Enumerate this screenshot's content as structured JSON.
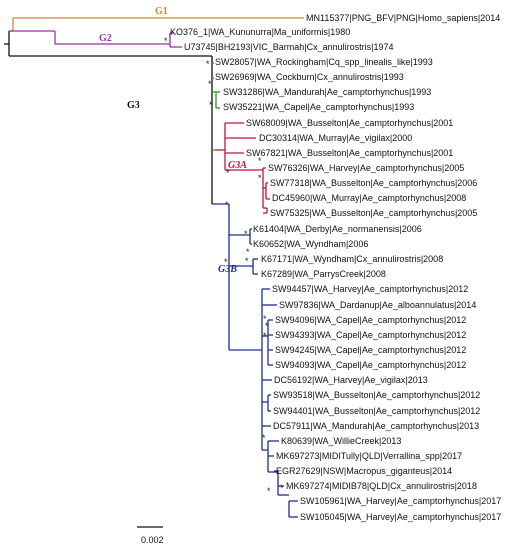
{
  "colors": {
    "g1": "#D4872A",
    "g2": "#9B2FA8",
    "g3": "#111111",
    "g3_root": "#1FA31F",
    "g3a": "#C0143C",
    "g3b": "#1F2E8F"
  },
  "clades": {
    "g1": "G1",
    "g2": "G2",
    "g3": "G3",
    "g3a": "G3A",
    "g3b": "G3B"
  },
  "scale_bar": "0.002",
  "tips": {
    "g1": [
      "MN115377|PNG_BFV|PNG|Homo_sapiens|2014"
    ],
    "g2": [
      "KO376_1|WA_Kununurra|Ma_uniformis|1980",
      "U73745|BH2193|VIC_Barmah|Cx_annulirostris|1974"
    ],
    "g3_basal": [
      "SW28057|WA_Rockingham|Cq_spp_linealis_like|1993",
      "SW26969|WA_Cockburn|Cx_annulirostris|1993",
      "SW31286|WA_Mandurah|Ae_camptorhynchus|1993",
      "SW35221|WA_Capel|Ae_camptorhynchus|1993"
    ],
    "g3a": [
      "SW68009|WA_Busselton|Ae_camptorhynchus|2001",
      "DC30314|WA_Murray|Ae_vigilax|2000",
      "SW67821|WA_Busselton|Ae_camptorhynchus|2001",
      "SW76326|WA_Harvey|Ae_camptorhynchus|2005",
      "SW77318|WA_Busselton|Ae_camptorhynchus|2006",
      "DC45960|WA_Murray|Ae_camptorhynchus|2008",
      "SW75325|WA_Busselton|Ae_camptorhynchus|2005"
    ],
    "g3b": [
      "K61404|WA_Derby|Ae_normanensis|2006",
      "K60652|WA_Wyndham|2006",
      "K67171|WA_Wyndham|Cx_annulirostris|2008",
      "K67289|WA_ParrysCreek|2008",
      "SW94457|WA_Harvey|Ae_camptorhynchus|2012",
      "SW97836|WA_Dardanup|Ae_alboannulatus|2014",
      "SW94096|WA_Capel|Ae_camptorhynchus|2012",
      "SW94393|WA_Capel|Ae_camptorhynchus|2012",
      "SW94245|WA_Capel|Ae_camptorhynchus|2012",
      "SW94093|WA_Capel|Ae_camptorhynchus|2012",
      "DC56192|WA_Harvey|Ae_vigilax|2013",
      "SW93518|WA_Busselton|Ae_camptorhynchus|2012",
      "SW94401|WA_Busselton|Ae_camptorhynchus|2012",
      "DC57911|WA_Mandurah|Ae_camptorhynchus|2013",
      "K80639|WA_WillieCreek|2013",
      "MK697273|MIDITully|QLD|Verrallina_spp|2017",
      "EGR27629|NSW|Macropus_giganteus|2014",
      "MK697274|MIDIB78|QLD|Cx_annulirostris|2018",
      "SW105961|WA_Harvey|Ae_camptorhynchus|2017",
      "SW105045|WA_Harvey|Ae_camptorhynchus|2017"
    ]
  }
}
